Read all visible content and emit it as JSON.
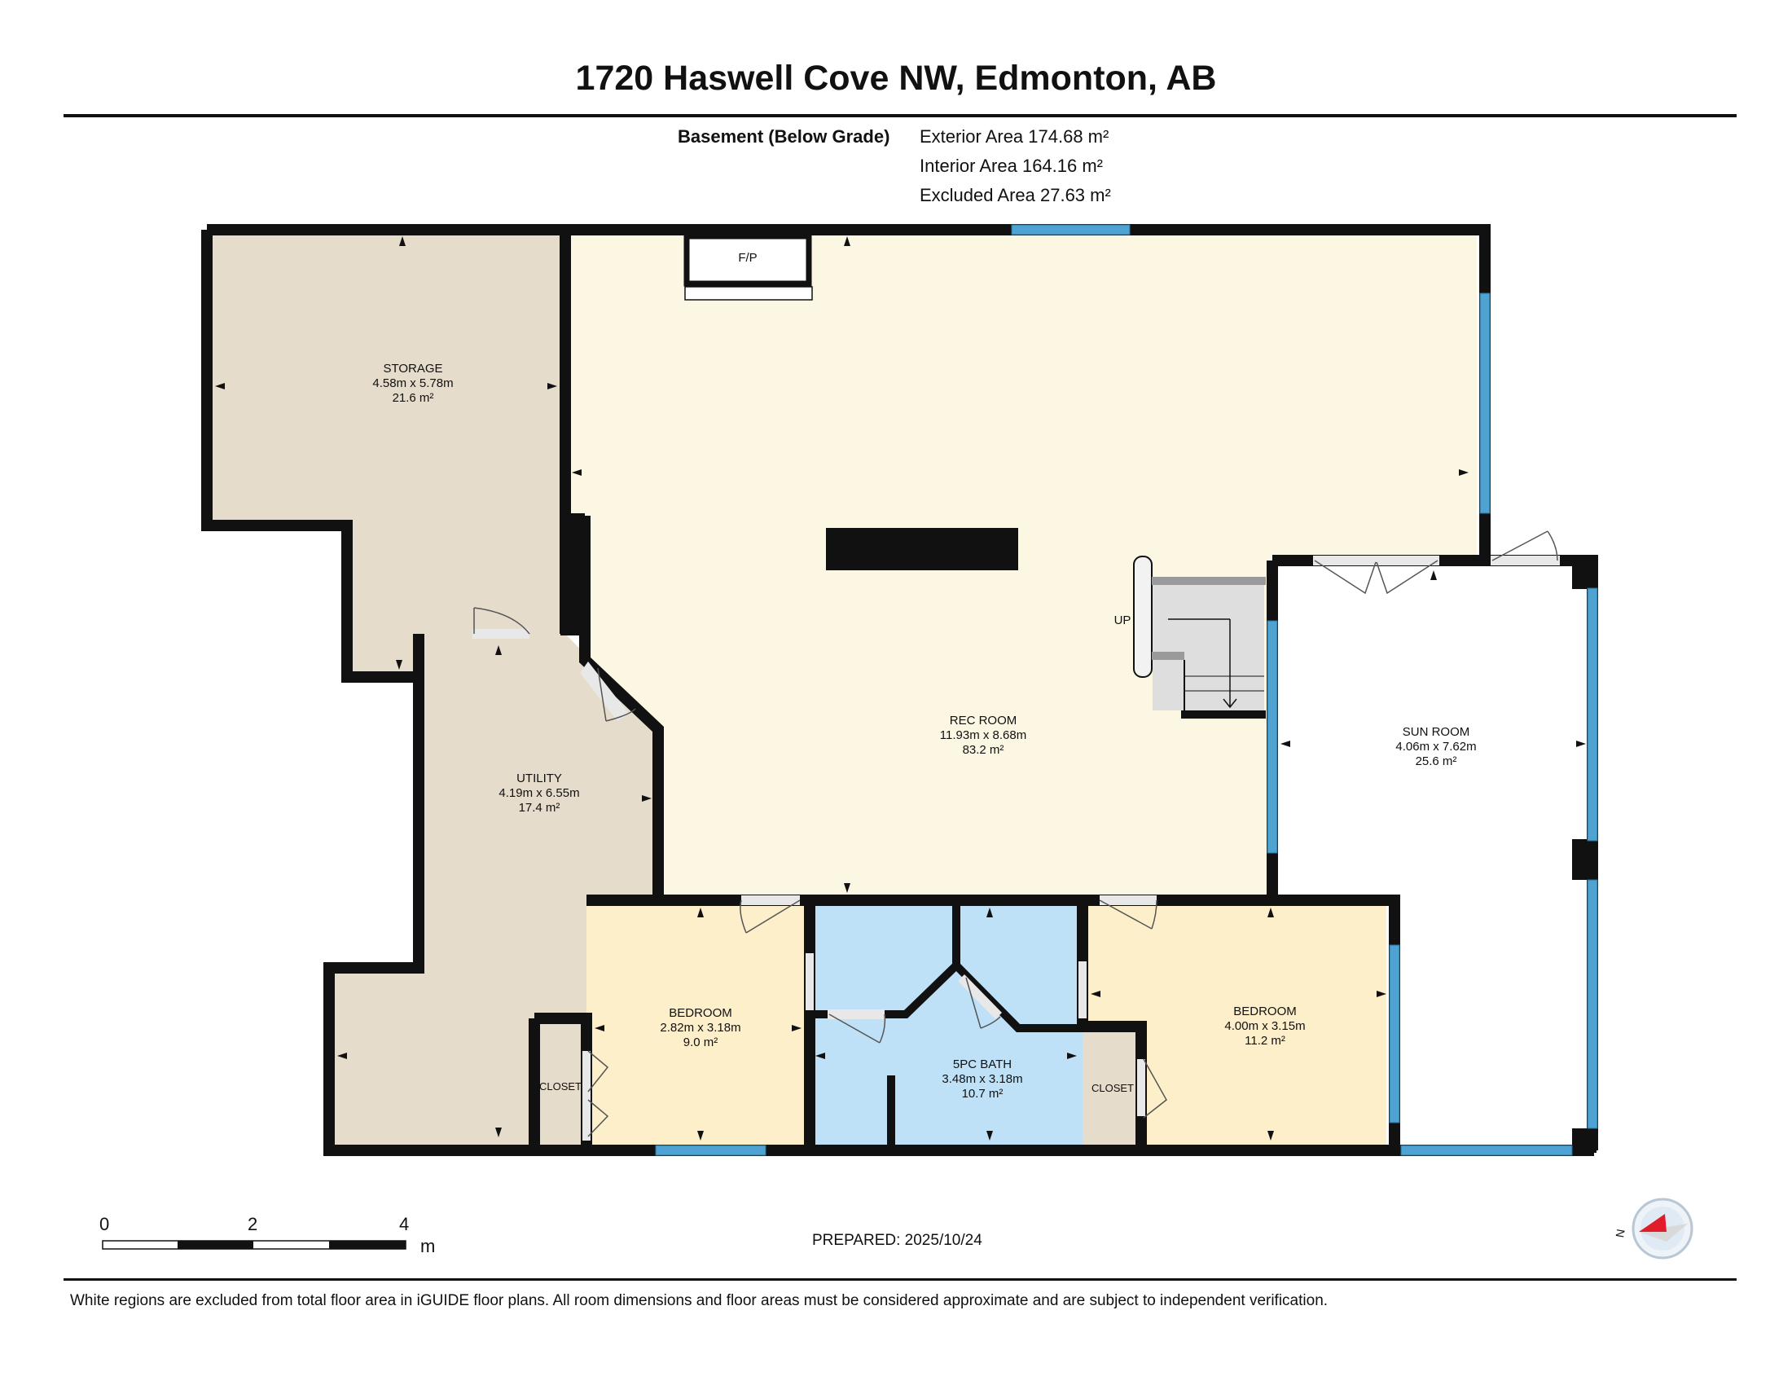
{
  "header": {
    "title": "1720 Haswell Cove NW, Edmonton, AB"
  },
  "summary": {
    "floor_name": "Basement (Below Grade)",
    "exterior_area": "Exterior Area 174.68 m²",
    "interior_area": "Interior Area 164.16 m²",
    "excluded_area": "Excluded Area 27.63 m²"
  },
  "rooms": {
    "storage": {
      "name": "STORAGE",
      "dims": "4.58m x 5.78m",
      "area": "21.6 m²"
    },
    "rec_room": {
      "name": "REC ROOM",
      "dims": "11.93m x 8.68m",
      "area": "83.2 m²"
    },
    "utility": {
      "name": "UTILITY",
      "dims": "4.19m x 6.55m",
      "area": "17.4 m²"
    },
    "sun_room": {
      "name": "SUN ROOM",
      "dims": "4.06m x 7.62m",
      "area": "25.6 m²"
    },
    "bedroom1": {
      "name": "BEDROOM",
      "dims": "2.82m x 3.18m",
      "area": "9.0 m²"
    },
    "bath": {
      "name": "5PC BATH",
      "dims": "3.48m x 3.18m",
      "area": "10.7 m²"
    },
    "bedroom2": {
      "name": "BEDROOM",
      "dims": "4.00m x 3.15m",
      "area": "11.2 m²"
    },
    "closet1": {
      "name": "CLOSET"
    },
    "closet2": {
      "name": "CLOSET"
    }
  },
  "fixtures": {
    "fireplace": "F/P",
    "stairs": "UP"
  },
  "scale": {
    "ticks": [
      "0",
      "2",
      "4"
    ],
    "unit": "m"
  },
  "compass": {
    "label": "N"
  },
  "footer": {
    "prepared": "PREPARED: 2025/10/24",
    "disclaimer": "White regions are excluded from total floor area in iGUIDE floor plans. All room dimensions and floor areas must be considered approximate and are subject to independent verification."
  },
  "colors": {
    "storage_fill": "#e6dccb",
    "rec_fill": "#fbf7e3",
    "bedroom_fill": "#fcefc9",
    "bath_fill": "#bfe1f7",
    "closet_fill": "#e6dccb",
    "wall": "#111111",
    "window": "#4ea3d3"
  }
}
